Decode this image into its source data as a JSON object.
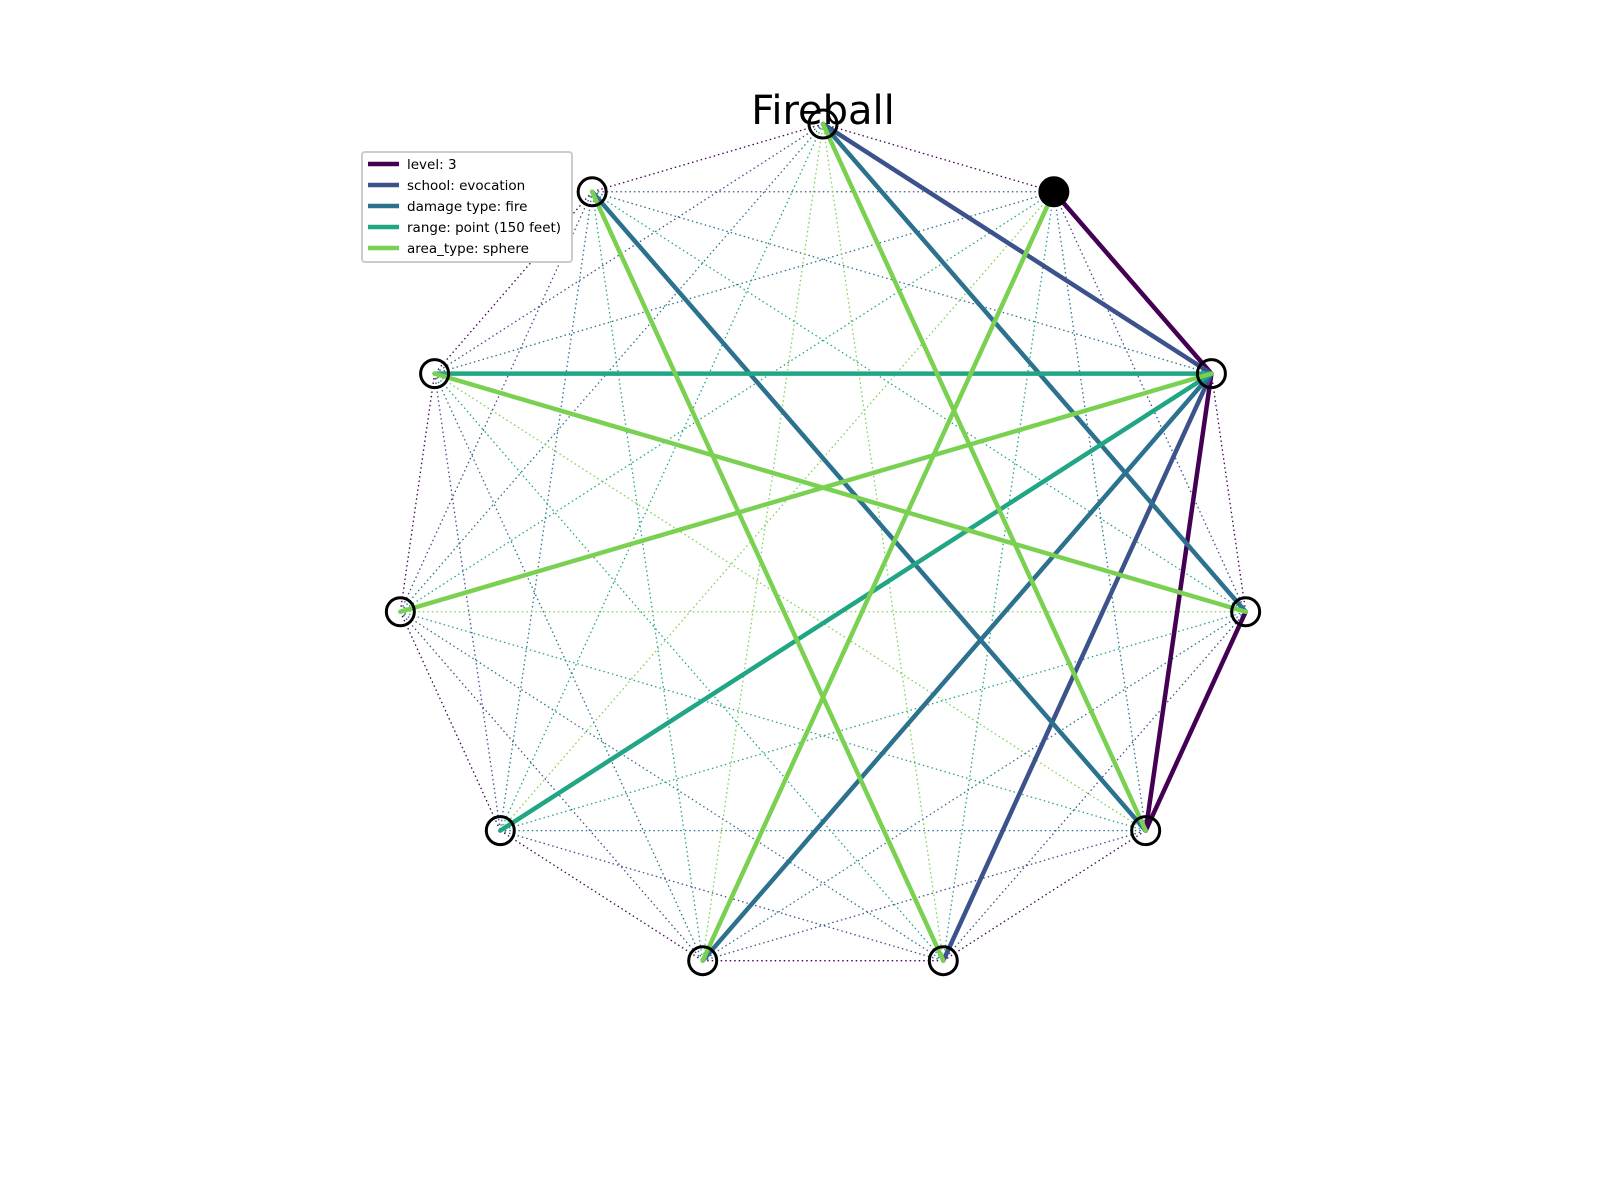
{
  "title": "Fireball",
  "legend": {
    "entries": [
      {
        "label": "level: 3",
        "color": "#440154"
      },
      {
        "label": "school: evocation",
        "color": "#3b528b"
      },
      {
        "label": "damage type: fire",
        "color": "#2c728e"
      },
      {
        "label": "range: point (150 feet)",
        "color": "#21a685"
      },
      {
        "label": "area_type: sphere",
        "color": "#7ad151"
      }
    ]
  },
  "chart_data": {
    "type": "network",
    "title": "Fireball",
    "node_count": 11,
    "filled_nodes": [
      1
    ],
    "skip_colors": [
      "#440154",
      "#3b528b",
      "#2c728e",
      "#21a685",
      "#7ad151"
    ],
    "edges": [
      {
        "attribute": "level: 3",
        "color": "#440154",
        "links": [
          [
            0,
            1
          ],
          [
            10,
            9
          ],
          [
            0,
            9
          ]
        ]
      },
      {
        "attribute": "school: evocation",
        "color": "#3b528b",
        "links": [
          [
            0,
            2
          ],
          [
            0,
            8
          ]
        ]
      },
      {
        "attribute": "damage type: fire",
        "color": "#2c728e",
        "links": [
          [
            0,
            7
          ],
          [
            10,
            2
          ],
          [
            9,
            3
          ]
        ]
      },
      {
        "attribute": "range: point (150 feet)",
        "color": "#21a685",
        "links": [
          [
            0,
            4
          ],
          [
            0,
            6
          ]
        ]
      },
      {
        "attribute": "area_type: sphere",
        "color": "#7ad151",
        "links": [
          [
            0,
            5
          ],
          [
            10,
            4
          ],
          [
            8,
            3
          ],
          [
            7,
            1
          ],
          [
            9,
            2
          ]
        ]
      }
    ]
  }
}
